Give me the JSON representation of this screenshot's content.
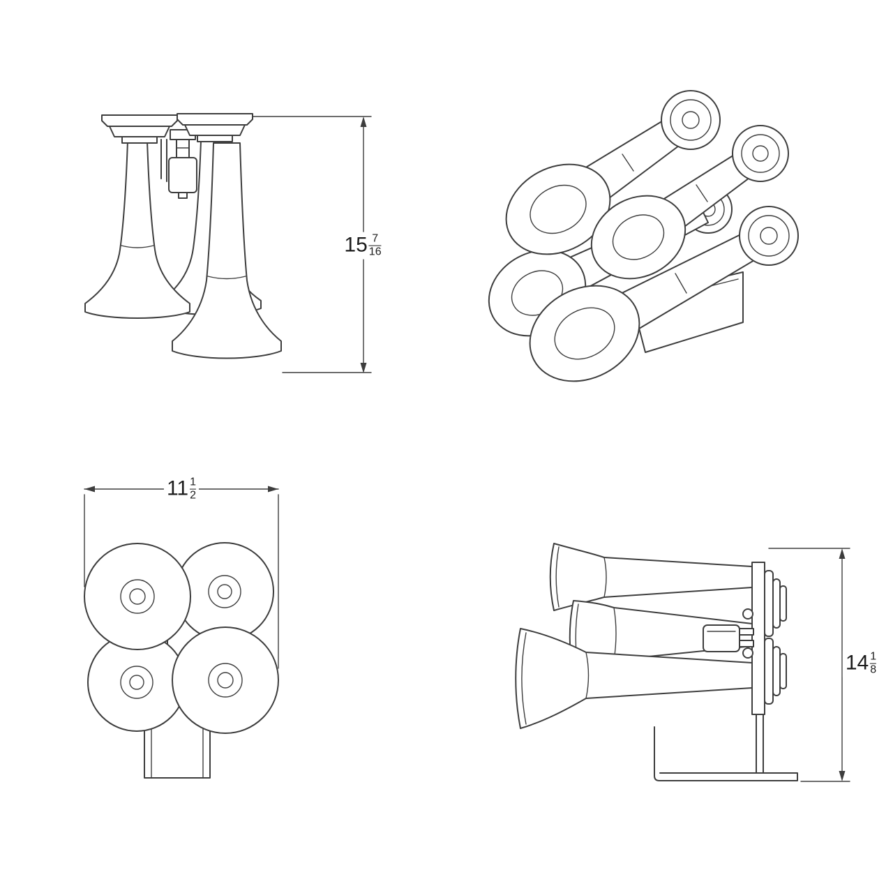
{
  "colors": {
    "background": "#ffffff",
    "line": "#3d3d3d",
    "text": "#1c1c1c"
  },
  "dimensions": {
    "front_height": {
      "whole": "15",
      "numerator": "7",
      "denominator": "16"
    },
    "top_width": {
      "whole": "11",
      "numerator": "1",
      "denominator": "2"
    },
    "side_height": {
      "whole": "14",
      "numerator": "1",
      "denominator": "8"
    }
  }
}
